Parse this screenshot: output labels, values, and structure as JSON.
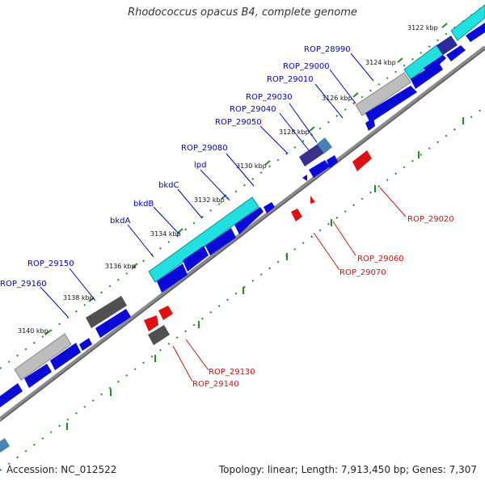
{
  "title": "Rhodococcus opacus B4, complete genome",
  "footer": {
    "accession": "Accession: NC_012522",
    "summary": "Topology: linear; Length: 7,913,450 bp; Genes: 7,307"
  },
  "colors": {
    "forward_gene": "#0a0ad8",
    "reverse_gene": "#e01010",
    "label_forward": "#0000c8",
    "label_reverse": "#d01010",
    "highlight_cyan": "#20e0e0",
    "grey_block": "#a8a8a8",
    "dark_grey_block": "#505050",
    "dotted_track": "#1f8f1f",
    "axis_line": "#8a8a8a"
  },
  "scale_ticks": [
    "3122 kbp",
    "3124 kbp",
    "3126 kbp",
    "3128 kbp",
    "3130 kbp",
    "3132 kbp",
    "3134 kbp",
    "3136 kbp",
    "3138 kbp",
    "3140 kbp"
  ],
  "forward_labels": [
    "ROP_28990",
    "ROP_29000",
    "ROP_29010",
    "ROP_29030",
    "ROP_29040",
    "ROP_29050",
    "ROP_29080",
    "lpd",
    "bkdC",
    "bkdB",
    "bkdA",
    "ROP_29150",
    "ROP_29160"
  ],
  "reverse_labels": [
    "ROP_29020",
    "ROP_29060",
    "ROP_29070",
    "ROP_29130",
    "ROP_29140"
  ]
}
